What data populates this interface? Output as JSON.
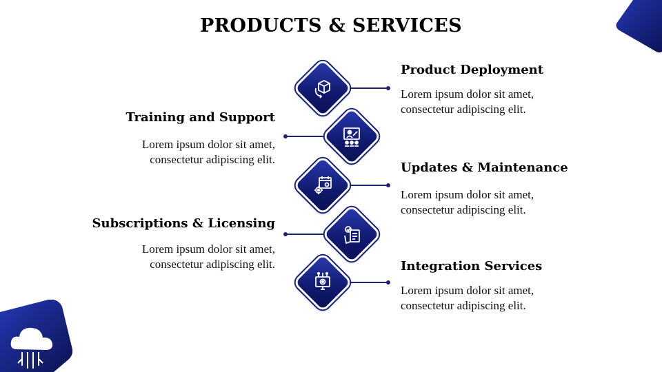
{
  "title": "PRODUCTS & SERVICES",
  "colors": {
    "accent": "#10196e",
    "accent_light": "#2a3bb0",
    "connector": "#1a2470"
  },
  "items": [
    {
      "heading": "Product Deployment",
      "line1": "Lorem ipsum dolor sit amet,",
      "line2": "consectetur adipiscing elit.",
      "icon": "box-deploy-icon",
      "side": "right"
    },
    {
      "heading": "Training and Support",
      "line1": "Lorem ipsum dolor sit amet,",
      "line2": "consectetur adipiscing elit.",
      "icon": "presentation-icon",
      "side": "left"
    },
    {
      "heading": "Updates & Maintenance",
      "line1": "Lorem ipsum dolor sit amet,",
      "line2": "consectetur adipiscing elit.",
      "icon": "calendar-gear-icon",
      "side": "right"
    },
    {
      "heading": "Subscriptions & Licensing",
      "line1": "Lorem ipsum dolor sit amet,",
      "line2": "consectetur adipiscing elit.",
      "icon": "license-document-icon",
      "side": "left"
    },
    {
      "heading": "Integration Services",
      "line1": "Lorem ipsum dolor sit amet,",
      "line2": "consectetur adipiscing elit.",
      "icon": "monitor-gear-icon",
      "side": "right"
    }
  ]
}
